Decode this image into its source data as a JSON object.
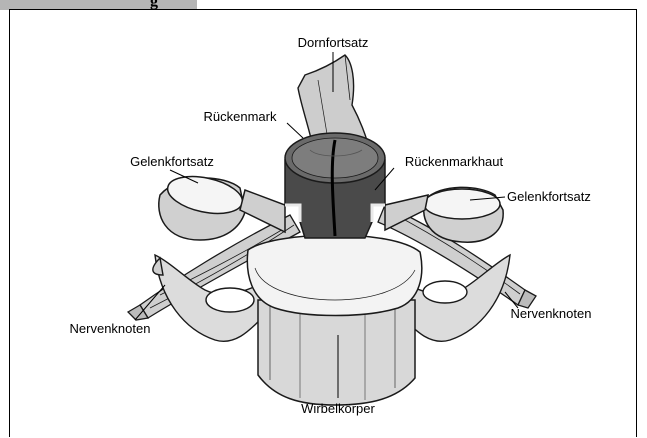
{
  "header": {
    "tab_text": "g"
  },
  "labels": {
    "dornfortsatz": "Dornfortsatz",
    "rueckenmark": "Rückenmark",
    "gelenkfortsatz_left": "Gelenkfortsatz",
    "rueckenmarkhaut": "Rückenmarkhaut",
    "gelenkfortsatz_right": "Gelenkfortsatz",
    "nervenknoten_left": "Nervenknoten",
    "nervenknoten_right": "Nervenknoten",
    "wirbelkoerper": "Wirbelkörper"
  },
  "colors": {
    "spinal_cord": "#4a4a4a",
    "bone": "#e9e9e9",
    "outline": "#1a1a1a"
  }
}
